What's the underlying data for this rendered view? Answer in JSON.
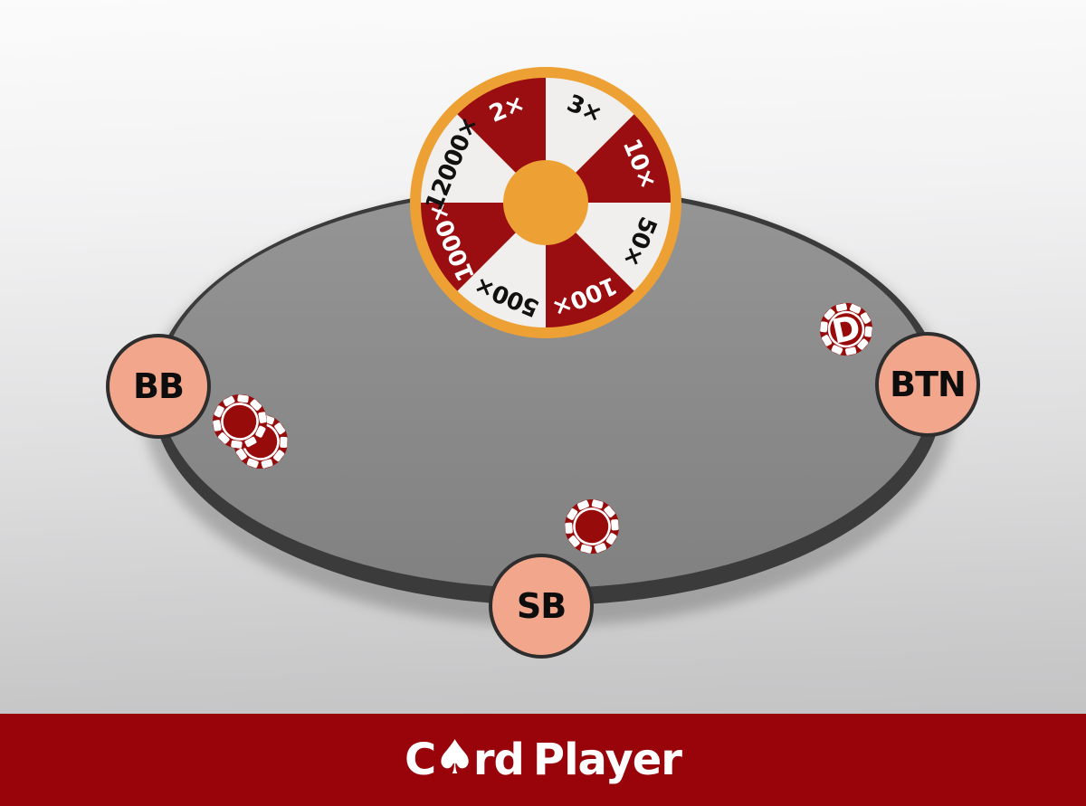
{
  "wheel": {
    "rim_color": "#EDA135",
    "hub_color": "#EDA135",
    "red_wedge_color": "#9A0D10",
    "white_wedge_color": "#F0EFED",
    "segments": [
      {
        "label": "3×",
        "wedge": "white",
        "label_color": "#111111"
      },
      {
        "label": "10×",
        "wedge": "red",
        "label_color": "#FFFFFF"
      },
      {
        "label": "50×",
        "wedge": "white",
        "label_color": "#111111"
      },
      {
        "label": "100×",
        "wedge": "red",
        "label_color": "#FFFFFF"
      },
      {
        "label": "500×",
        "wedge": "white",
        "label_color": "#111111"
      },
      {
        "label": "1000×",
        "wedge": "red",
        "label_color": "#FFFFFF"
      },
      {
        "label": "12000×",
        "wedge": "white",
        "label_color": "#111111"
      },
      {
        "label": "2×",
        "wedge": "red",
        "label_color": "#FFFFFF"
      }
    ]
  },
  "table": {
    "surface_color": "#8D8D8D",
    "rim_color": "#3B3B3B"
  },
  "seats": [
    {
      "label": "BB",
      "position": "left"
    },
    {
      "label": "BTN",
      "position": "right"
    },
    {
      "label": "SB",
      "position": "bottom"
    }
  ],
  "seat_style": {
    "fill": "#F2A68C",
    "border": "#2E2E2E"
  },
  "chips": {
    "color": "#980B0B",
    "bb_stack_count": 2,
    "sb_count": 1
  },
  "dealer_button": {
    "label": "D",
    "color": "#980B0B"
  },
  "footer": {
    "bar_color": "#98040A",
    "logo": {
      "c": "C",
      "spade": "♠",
      "rd": "rd",
      "player": "Player"
    }
  }
}
